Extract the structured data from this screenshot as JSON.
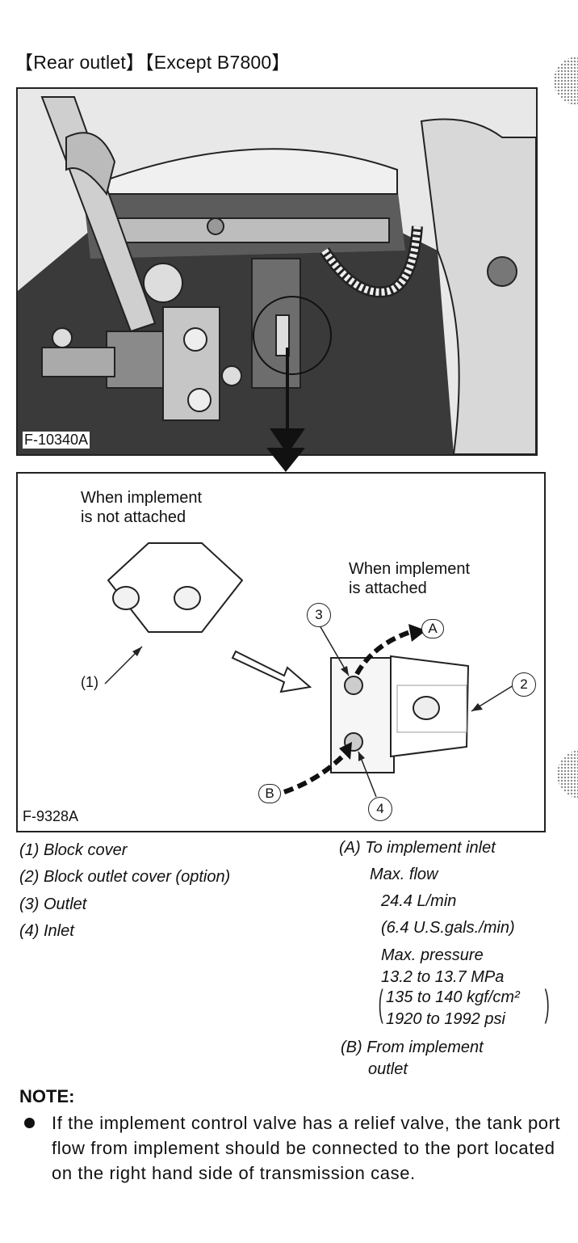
{
  "page": {
    "heading": "【Rear outlet】【Except B7800】"
  },
  "figures": {
    "photo_label": "F-10340A",
    "diagram_label": "F-9328A",
    "not_attached_line1": "When implement",
    "not_attached_line2": "is not attached",
    "attached_line1": "When implement",
    "attached_line2": "is attached",
    "callouts": [
      "1",
      "2",
      "3",
      "4",
      "A",
      "B"
    ]
  },
  "captions": {
    "left": [
      "(1) Block cover",
      "(2) Block outlet cover (option)",
      "(3) Outlet",
      "(4) Inlet"
    ],
    "right": {
      "a_title": "(A) To implement inlet",
      "max_flow": "Max. flow",
      "flow_lmin": "24.4 L/min",
      "flow_gal": "(6.4 U.S.gals./min)",
      "max_pressure": "Max. pressure",
      "pressure_mpa": "13.2 to 13.7 MPa",
      "pressure_kgf": "135 to 140 kgf/cm²",
      "pressure_psi": "1920 to 1992 psi",
      "b_title": "(B) From implement",
      "b_title2": "outlet"
    }
  },
  "note": {
    "title": "NOTE:",
    "body": "If the implement control valve has a relief valve, the tank port flow from implement should be connected to the port located on the right hand side of transmission case."
  }
}
